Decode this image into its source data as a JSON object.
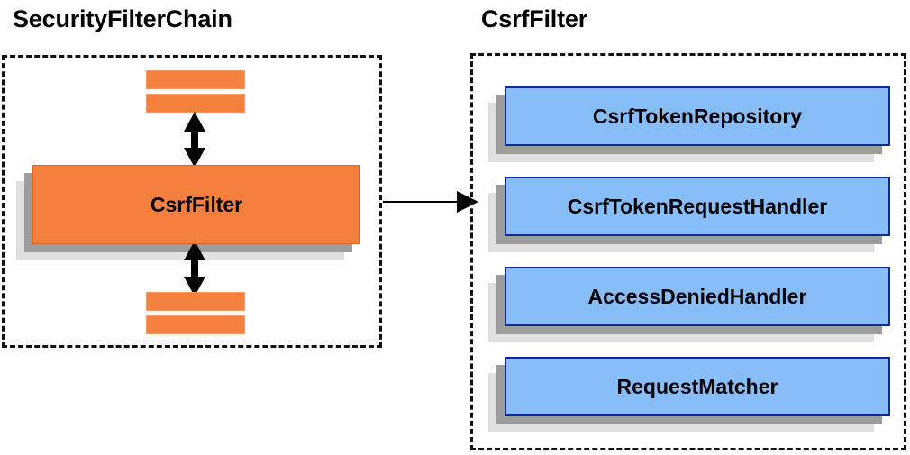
{
  "diagram": {
    "type": "architecture-block-diagram",
    "background": "#ffffff",
    "panels": [
      {
        "id": "security-filter-chain",
        "title": "SecurityFilterChain",
        "border_style": "dashed",
        "border_color": "#111111"
      },
      {
        "id": "csrf-filter",
        "title": "CsrfFilter",
        "border_style": "dashed",
        "border_color": "#111111"
      }
    ]
  },
  "left_panel": {
    "title": "SecurityFilterChain",
    "top_stripes": [
      "filter-stripe-1",
      "filter-stripe-2"
    ],
    "highlighted_filter": {
      "label": "CsrfFilter",
      "fill": "#f57f3d",
      "border": "#e2631d"
    },
    "bottom_stripes": [
      "filter-stripe-3",
      "filter-stripe-4"
    ],
    "arrow_up": "double-headed-vertical-arrow",
    "arrow_down": "double-headed-vertical-arrow"
  },
  "right_panel": {
    "title": "CsrfFilter",
    "components": [
      {
        "label": "CsrfTokenRepository",
        "fill": "#87befa",
        "border": "#132a96"
      },
      {
        "label": "CsrfTokenRequestHandler",
        "fill": "#87befa",
        "border": "#132a96"
      },
      {
        "label": "AccessDeniedHandler",
        "fill": "#87befa",
        "border": "#132a96"
      },
      {
        "label": "RequestMatcher",
        "fill": "#87befa",
        "border": "#132a96"
      }
    ]
  },
  "connector": {
    "name": "csrffilter-to-detail-arrow",
    "from": "CsrfFilter",
    "to": "CsrfFilter detail panel",
    "direction": "right",
    "color": "#000000"
  }
}
